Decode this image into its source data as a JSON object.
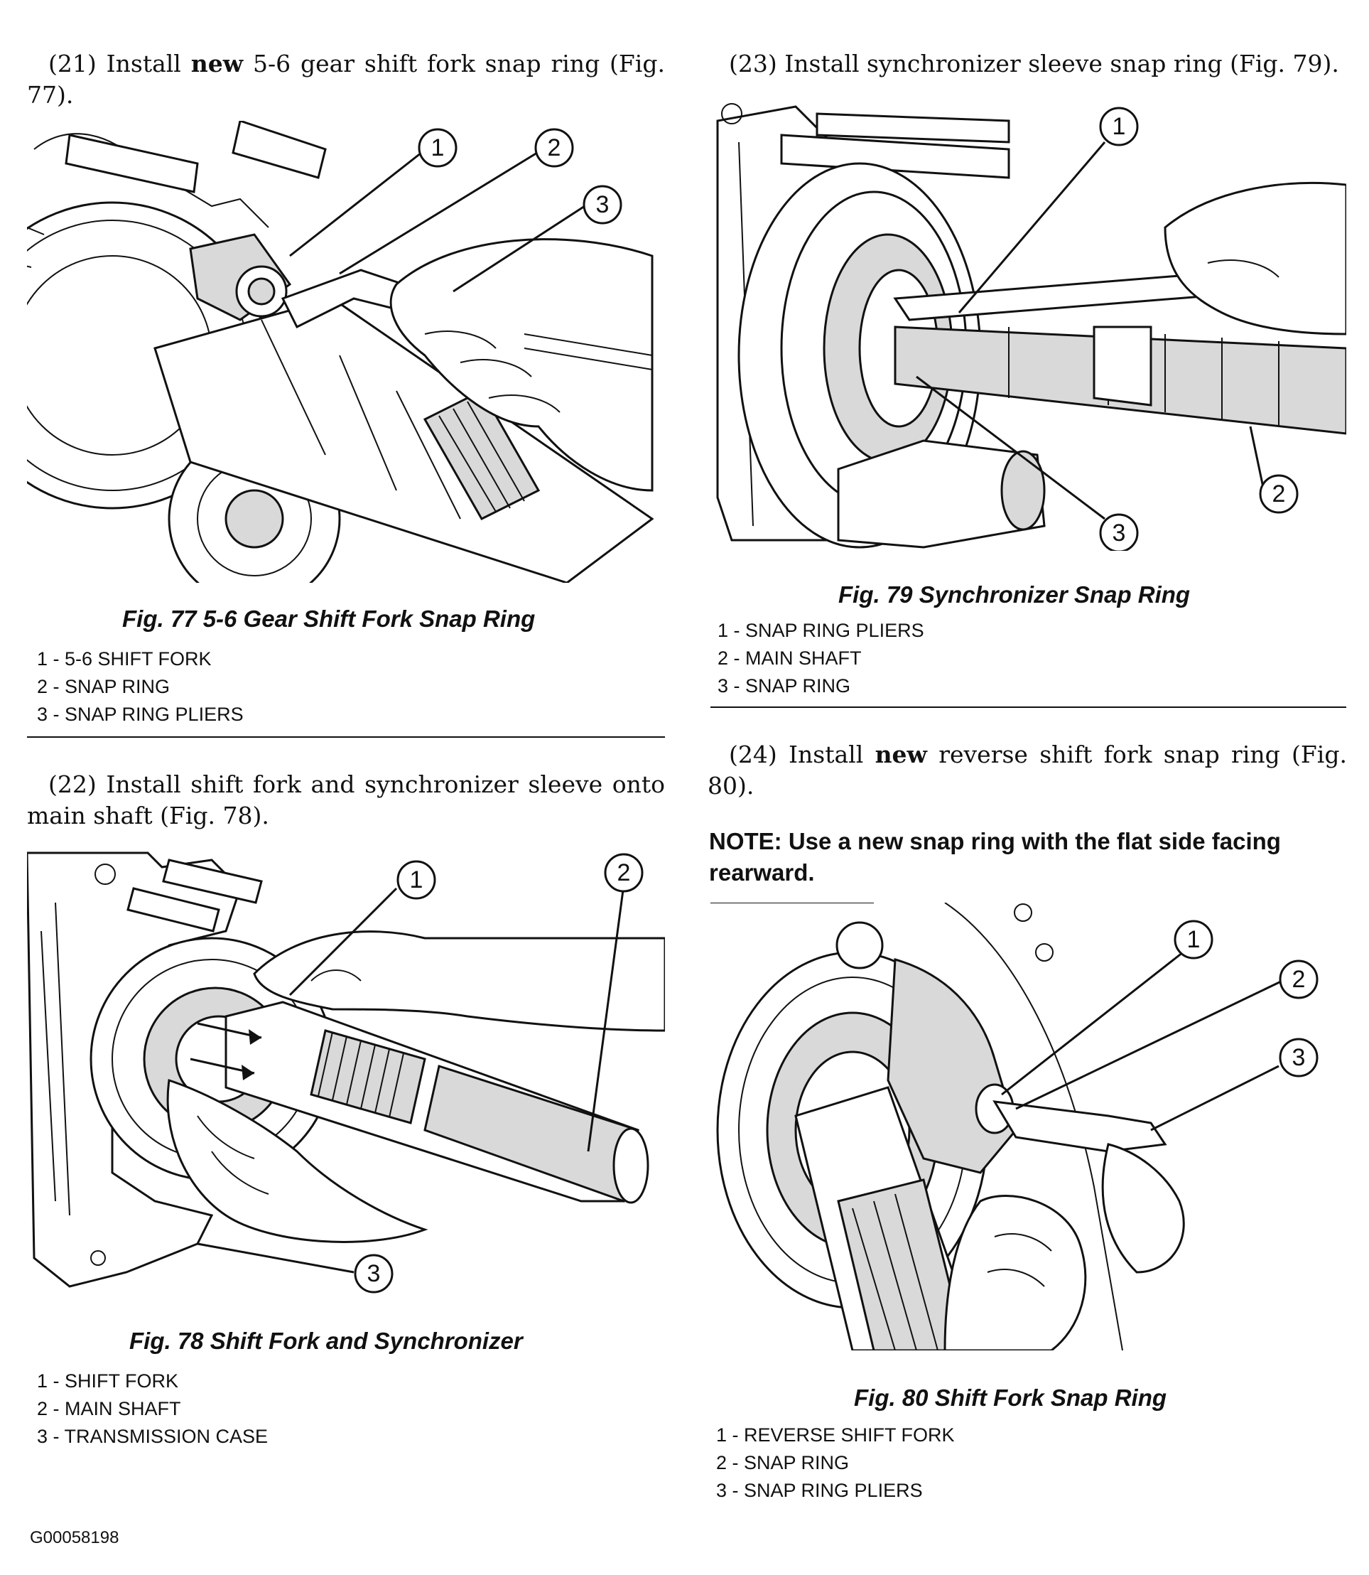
{
  "steps": {
    "s21": {
      "num": "(21)",
      "pre": "Install",
      "bold": "new",
      "post": "5-6 gear shift fork snap ring (Fig. 77)."
    },
    "s22": {
      "num": "(22)",
      "text": "Install shift fork and synchronizer sleeve onto main shaft (Fig. 78)."
    },
    "s23": {
      "num": "(23)",
      "text": "Install synchronizer sleeve snap ring (Fig. 79)."
    },
    "s24": {
      "num": "(24)",
      "pre": "Install",
      "bold": "new",
      "post": "reverse shift fork snap ring (Fig. 80)."
    }
  },
  "note": "NOTE: Use a new snap ring with the flat side facing rearward.",
  "figures": {
    "fig77": {
      "caption": "Fig. 77 5-6 Gear Shift Fork Snap Ring",
      "legend": [
        "1 - 5-6 SHIFT FORK",
        "2 - SNAP RING",
        "3 - SNAP RING PLIERS"
      ],
      "callouts": [
        "1",
        "2",
        "3"
      ]
    },
    "fig78": {
      "caption": "Fig. 78 Shift Fork and Synchronizer",
      "legend": [
        "1 - SHIFT FORK",
        "2 - MAIN SHAFT",
        "3 - TRANSMISSION CASE"
      ],
      "callouts": [
        "1",
        "2",
        "3"
      ]
    },
    "fig79": {
      "caption": "Fig. 79 Synchronizer Snap Ring",
      "legend": [
        "1 - SNAP RING PLIERS",
        "2 - MAIN SHAFT",
        "3 - SNAP RING"
      ],
      "callouts": [
        "1",
        "2",
        "3"
      ]
    },
    "fig80": {
      "caption": "Fig. 80 Shift Fork Snap Ring",
      "legend": [
        "1 - REVERSE SHIFT FORK",
        "2 - SNAP RING",
        "3 - SNAP RING PLIERS"
      ],
      "callouts": [
        "1",
        "2",
        "3"
      ]
    }
  },
  "doc_id": "G00058198"
}
